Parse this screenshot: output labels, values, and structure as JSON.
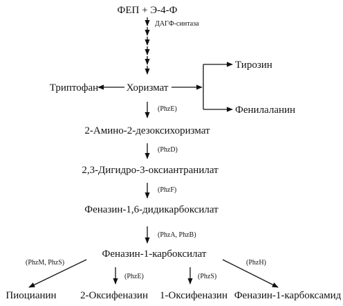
{
  "diagram": {
    "nodes": {
      "fep": "ФЕП + Э-4-Ф",
      "chorismate": "Хоризмат",
      "tryptophan": "Триптофан",
      "tyrosine": "Тирозин",
      "phenylalanine": "Фенилаланин",
      "adic": "2-Амино-2-дезоксихоризмат",
      "dhha": "2,3-Дигидро-3-оксиантранилат",
      "pdc": "Феназин-1,6-дидикарбоксилат",
      "pca": "Феназин-1-карбоксилат",
      "pyocyanin": "Пиоцианин",
      "oh2_phenazine": "2-Оксифеназин",
      "oh1_phenazine": "1-Оксифеназин",
      "pcn": "Феназин-1-карбоксамид"
    },
    "enzymes": {
      "dahp": "ДАГФ-синтаза",
      "phze_1": "(PhzE)",
      "phzd": "(PhzD)",
      "phzf": "(PhzF)",
      "phzab": "(PhzA, PhzB)",
      "phzms": "(PhzM, PhzS)",
      "phze_2": "(PhzE)",
      "phzs": "(PhzS)",
      "phzh": "(PhzH)"
    }
  }
}
